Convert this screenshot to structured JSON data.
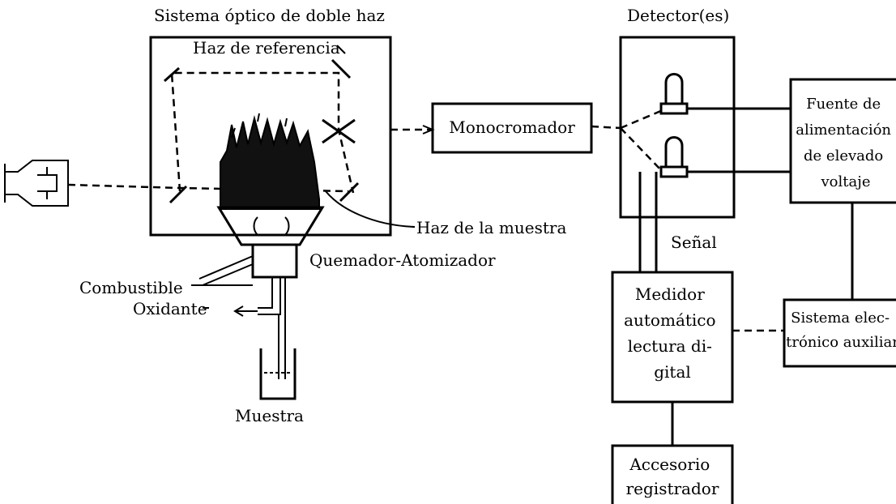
{
  "labels": {
    "optical_system": "Sistema óptico de doble haz",
    "reference_beam": "Haz de referencia",
    "sample_beam": "Haz de la muestra",
    "burner": "Quemador-Atomizador",
    "fuel": "Combustible",
    "oxidant": "Oxidante",
    "sample": "Muestra",
    "monochromator": "Monocromador",
    "detectors": "Detector(es)",
    "signal": "Señal",
    "power_supply": [
      "Fuente de",
      "alimentación",
      "de elevado",
      "voltaje"
    ],
    "meter": [
      "Medidor",
      "automático",
      "lectura di-",
      "gital"
    ],
    "electronics": [
      "Sistema elec-",
      "trónico auxiliar"
    ],
    "recorder": [
      "Accesorio",
      "registrador"
    ]
  }
}
